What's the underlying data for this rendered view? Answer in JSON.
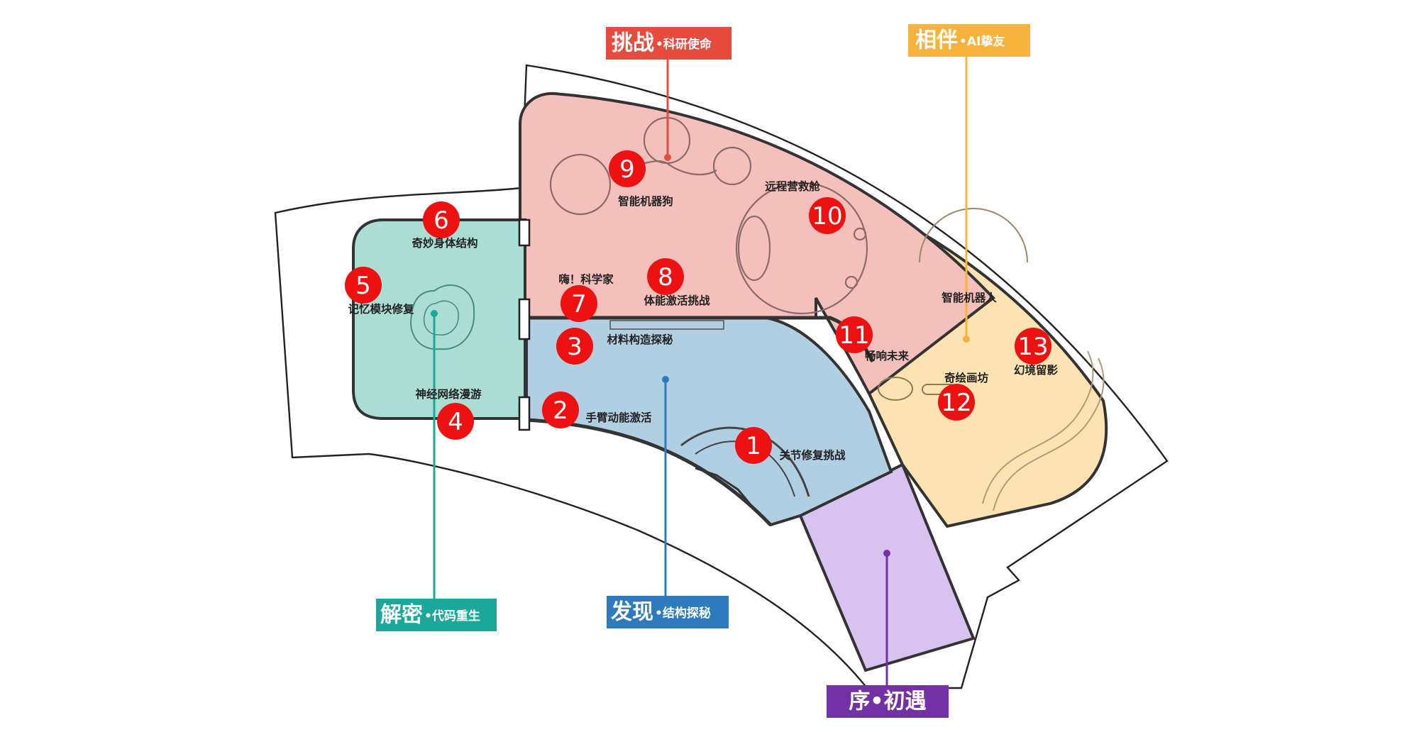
{
  "colors": {
    "red_zone": "#f5c0bb",
    "blue_zone": "#b1cfe3",
    "green_zone": "#abded3",
    "yellow_zone": "#fde3b4",
    "purple_zone": "#d8c2ef",
    "marker": "#ee1111",
    "label_red": "#e54c3e",
    "label_yellow": "#f6b33b",
    "label_teal": "#1aa89b",
    "label_blue": "#2d7bbd",
    "label_purple": "#7431a3"
  },
  "zone_labels": {
    "challenge": {
      "main": "挑战",
      "sub": "•科研使命",
      "color": "#e54c3e"
    },
    "companion": {
      "main": "相伴",
      "sub": "•AI挚友",
      "color": "#f6b33b"
    },
    "decode": {
      "main": "解密",
      "sub": "•代码重生",
      "color": "#1aa89b"
    },
    "discover": {
      "main": "发现",
      "sub": "•结构探秘",
      "color": "#2d7bbd"
    },
    "prologue": {
      "main": "序•初遇",
      "sub": "",
      "color": "#7431a3"
    }
  },
  "markers": [
    {
      "num": "1",
      "label": "关节修复挑战"
    },
    {
      "num": "2",
      "label": "手臂动能激活"
    },
    {
      "num": "3",
      "label": "材料构造探秘"
    },
    {
      "num": "4",
      "label": "神经网络漫游"
    },
    {
      "num": "5",
      "label": "记忆模块修复"
    },
    {
      "num": "6",
      "label": "奇妙身体结构"
    },
    {
      "num": "7",
      "label": "嗨！科学家"
    },
    {
      "num": "8",
      "label": "体能激活挑战"
    },
    {
      "num": "9",
      "label": "智能机器狗"
    },
    {
      "num": "10",
      "label": "远程营救舱"
    },
    {
      "num": "11",
      "label": "畅响未来"
    },
    {
      "num": "12",
      "label": "奇绘画坊"
    },
    {
      "num": "13",
      "label": "幻境留影"
    }
  ],
  "extra_labels": {
    "robot": "智能机器人"
  }
}
